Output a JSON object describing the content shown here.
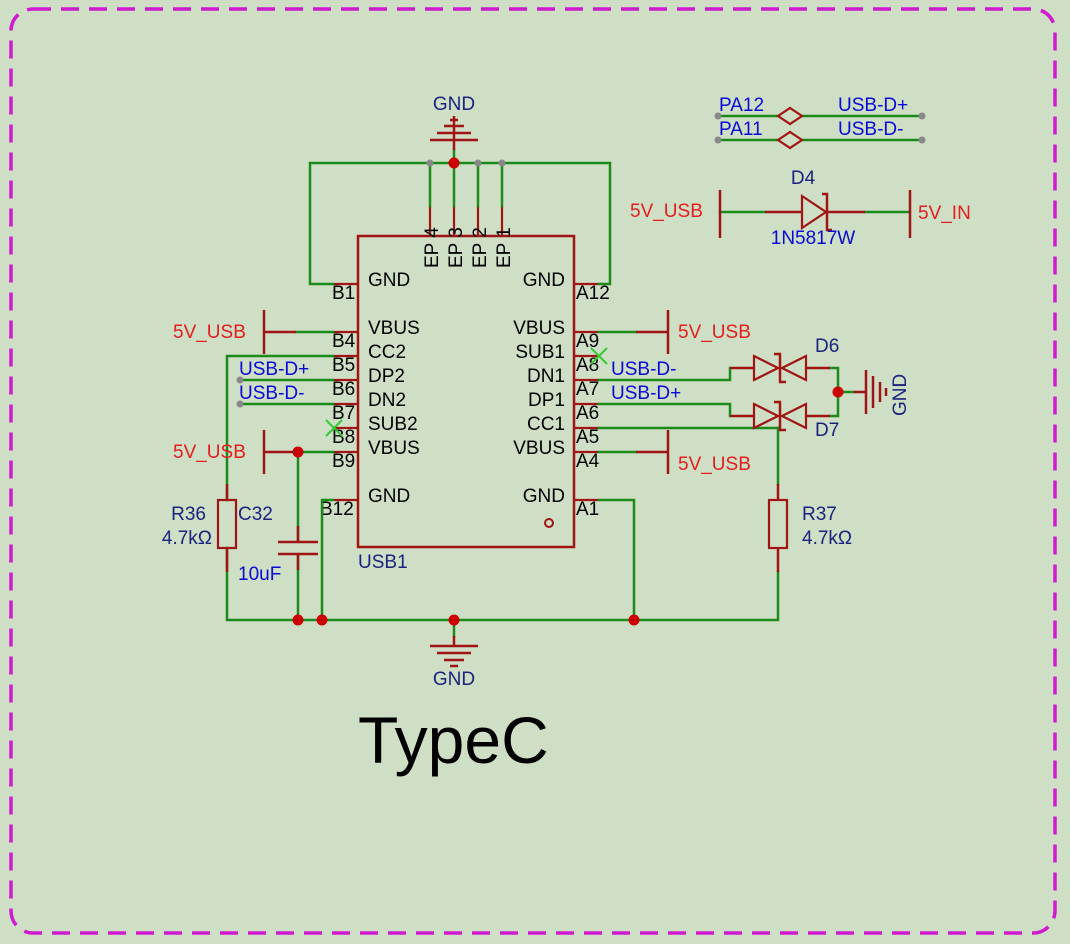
{
  "title": "TypeC",
  "colors": {
    "background": "#cfdfc6",
    "frame": "#d01ad0",
    "wire": "#1a8a1a",
    "symbol": "#a01414",
    "junction": "#cc0000",
    "net_red": "#e51d1d",
    "net_blue": "#0a0ad8",
    "designator": "#1a237e"
  },
  "usb": {
    "designator": "USB1",
    "ep_pins": [
      "EP 4",
      "EP 3",
      "EP 2",
      "EP 1"
    ],
    "left_pins": [
      {
        "num": "B1",
        "name": "GND"
      },
      {
        "num": "B4",
        "name": "VBUS"
      },
      {
        "num": "B5",
        "name": "CC2"
      },
      {
        "num": "B6",
        "name": "DP2"
      },
      {
        "num": "B7",
        "name": "DN2"
      },
      {
        "num": "B8",
        "name": "SUB2"
      },
      {
        "num": "B9",
        "name": "VBUS"
      },
      {
        "num": "B12",
        "name": "GND"
      }
    ],
    "right_pins": [
      {
        "num": "A12",
        "name": "GND"
      },
      {
        "num": "A9",
        "name": "VBUS"
      },
      {
        "num": "A8",
        "name": "SUB1"
      },
      {
        "num": "A7",
        "name": "DN1"
      },
      {
        "num": "A6",
        "name": "DP1"
      },
      {
        "num": "A5",
        "name": "CC1"
      },
      {
        "num": "A4",
        "name": "VBUS"
      },
      {
        "num": "A1",
        "name": "GND"
      }
    ]
  },
  "nets": {
    "gnd": "GND",
    "v5_usb": "5V_USB",
    "v5_in": "5V_IN",
    "usb_dp": "USB-D+",
    "usb_dm": "USB-D-",
    "pa12": "PA12",
    "pa11": "PA11"
  },
  "components": {
    "d4": {
      "ref": "D4",
      "value": "1N5817W"
    },
    "d6": {
      "ref": "D6"
    },
    "d7": {
      "ref": "D7"
    },
    "r36": {
      "ref": "R36",
      "value": "4.7kΩ"
    },
    "r37": {
      "ref": "R37",
      "value": "4.7kΩ"
    },
    "c32": {
      "ref": "C32",
      "value": "10uF"
    }
  }
}
